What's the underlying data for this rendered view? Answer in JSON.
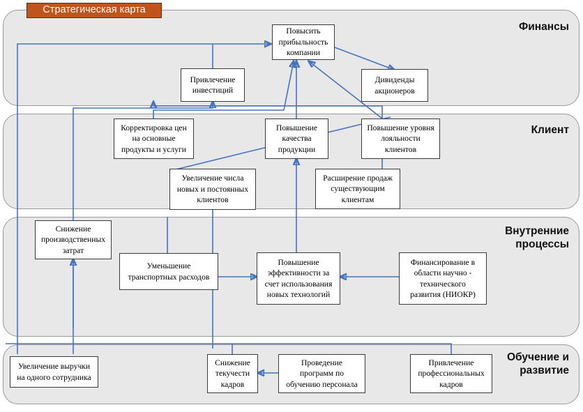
{
  "title": {
    "text": "Стратегическая карта",
    "badge_color": "#C0551B",
    "badge_border": "#5C2A0B"
  },
  "theme": {
    "panel_fill": "#E8E8E8",
    "panel_border": "#9A9A9A",
    "node_fill": "#FFFFFF",
    "node_border": "#3A3A3A",
    "connector_color": "#4472C4"
  },
  "perspectives": [
    {
      "id": "finance",
      "label": "Финансы"
    },
    {
      "id": "client",
      "label": "Клиент"
    },
    {
      "id": "internal",
      "label": "Внутренние\nпроцессы"
    },
    {
      "id": "learning",
      "label": "Обучение и\nразвитие"
    }
  ],
  "nodes": [
    {
      "id": "profit",
      "perspective": "finance",
      "label": "Повысить\nприбыльность\nкомпании"
    },
    {
      "id": "investments",
      "perspective": "finance",
      "label": "Привлечение\nинвестиций"
    },
    {
      "id": "dividends",
      "perspective": "finance",
      "label": "Дивиденды\nакционеров"
    },
    {
      "id": "price-adjust",
      "perspective": "client",
      "label": "Корректировка цен\nна основные\nпродукты и услуги"
    },
    {
      "id": "quality",
      "perspective": "client",
      "label": "Повышение\nкачества\nпродукции"
    },
    {
      "id": "loyalty",
      "perspective": "client",
      "label": "Повышение уровня\nлояльности\nклиентов"
    },
    {
      "id": "new-clients",
      "perspective": "client",
      "label": "Увеличение числа\nновых и постоянных\nклиентов"
    },
    {
      "id": "upsell",
      "perspective": "client",
      "label": "Расширение продаж\nсуществующим\nклиентам"
    },
    {
      "id": "prod-costs",
      "perspective": "internal",
      "label": "Снижение\nпроизводственных\nзатрат"
    },
    {
      "id": "transport",
      "perspective": "internal",
      "label": "Уменьшение\nтранспортных расходов"
    },
    {
      "id": "new-tech",
      "perspective": "internal",
      "label": "Повышение\nэффективности за\nсчет использования\nновых технологий"
    },
    {
      "id": "rnd-funding",
      "perspective": "internal",
      "label": "Финансирование в\nобласти научно -\nтехнического\nразвития (НИОКР)"
    },
    {
      "id": "revenue-emp",
      "perspective": "learning",
      "label": "Увеличение выручки\nна одного сотрудника"
    },
    {
      "id": "turnover",
      "perspective": "learning",
      "label": "Снижение\nтекучести\nкадров"
    },
    {
      "id": "training",
      "perspective": "learning",
      "label": "Проведение\nпрограмм по\nобучению персонала"
    },
    {
      "id": "hiring",
      "perspective": "learning",
      "label": "Привлечение\nпрофессиональных\nкадров"
    }
  ]
}
